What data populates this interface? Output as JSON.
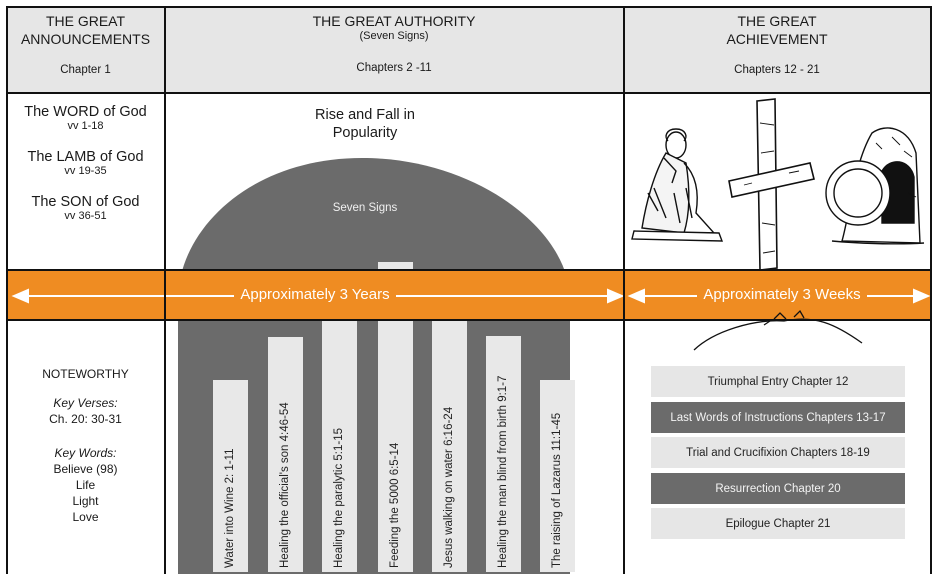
{
  "columns": [
    {
      "title": "THE GREAT ANNOUNCEMENTS",
      "title_lines": [
        "THE GREAT",
        "ANNOUNCEMENTS"
      ],
      "subtitle": "",
      "chapters": "Chapter 1"
    },
    {
      "title": "THE GREAT AUTHORITY",
      "title_lines": [
        "THE GREAT AUTHORITY"
      ],
      "subtitle": "(Seven Signs)",
      "chapters": "Chapters 2 -11"
    },
    {
      "title": "THE GREAT ACHIEVEMENT",
      "title_lines": [
        "THE GREAT",
        "ACHIEVEMENT"
      ],
      "subtitle": "",
      "chapters": "Chapters 12 - 21"
    }
  ],
  "intro": [
    {
      "title": "The WORD of God",
      "verses": "vv 1-18"
    },
    {
      "title": "The LAMB of God",
      "verses": "vv 19-35"
    },
    {
      "title": "The SON of God",
      "verses": "vv 36-51"
    }
  ],
  "authority": {
    "rise_fall": "Rise and Fall in Popularity",
    "rise_fall_lines": [
      "Rise and Fall in",
      "Popularity"
    ],
    "seven_signs": "Seven Signs",
    "signs": [
      "Water into Wine  2: 1-11",
      "Healing the official's son  4:46-54",
      "Healing the paralytic  5:1-15",
      "Feeding the 5000  6:5-14",
      "Jesus walking on water 6:16-24",
      "Healing the man blind from birth  9:1-7",
      "The raising of Lazarus  11:1-45"
    ]
  },
  "band": {
    "years": "Approximately 3 Years",
    "weeks": "Approximately 3 Weeks"
  },
  "noteworthy": {
    "heading": "NOTEWORTHY",
    "key_verses_label": "Key Verses:",
    "key_verses": "Ch. 20: 30-31",
    "key_words_label": "Key Words:",
    "key_words": [
      "Believe (98)",
      "Life",
      "Light",
      "Love"
    ]
  },
  "achievement_items": [
    "Triumphal Entry  Chapter 12",
    "Last Words of Instructions Chapters 13-17",
    "Trial and Crucifixion  Chapters 18-19",
    "Resurrection Chapter 20",
    "Epilogue Chapter 21"
  ],
  "colors": {
    "orange": "#ef8c22",
    "gray_dome": "#6b6b6b",
    "header_bg": "#e6e6e6",
    "bar_bg": "#e8e8e8"
  }
}
